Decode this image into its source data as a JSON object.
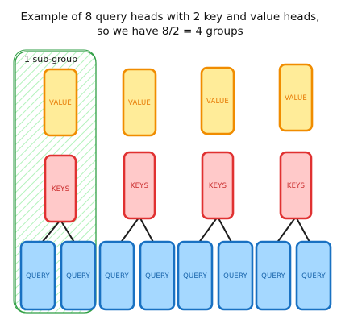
{
  "title": {
    "line1": "Example of 8 query heads with 2 key and value heads,",
    "line2": "so we have 8/2 = 4 groups"
  },
  "subgroup": {
    "label": "1 sub-group"
  },
  "groups": [
    {
      "value_label": "VALUE",
      "key_label": "KEYS",
      "queries": [
        "QUERY",
        "QUERY"
      ]
    },
    {
      "value_label": "VALUE",
      "key_label": "KEYS",
      "queries": [
        "QUERY",
        "QUERY"
      ]
    },
    {
      "value_label": "VALUE",
      "key_label": "KEYS",
      "queries": [
        "QUERY",
        "QUERY"
      ]
    },
    {
      "value_label": "VALUE",
      "key_label": "KEYS",
      "queries": [
        "QUERY",
        "QUERY"
      ]
    }
  ],
  "colors": {
    "value_fill": "#ffec99",
    "value_stroke": "#f08c00",
    "value_text": "#e67700",
    "key_fill": "#ffc9c9",
    "key_stroke": "#e03131",
    "key_text": "#c92a2a",
    "query_fill": "#a5d8ff",
    "query_stroke": "#1971c2",
    "query_text": "#1864ab",
    "subgroup_stroke": "#2f9e44",
    "subgroup_hatch": "#b2f2bb",
    "connector": "#1e1e1e"
  }
}
